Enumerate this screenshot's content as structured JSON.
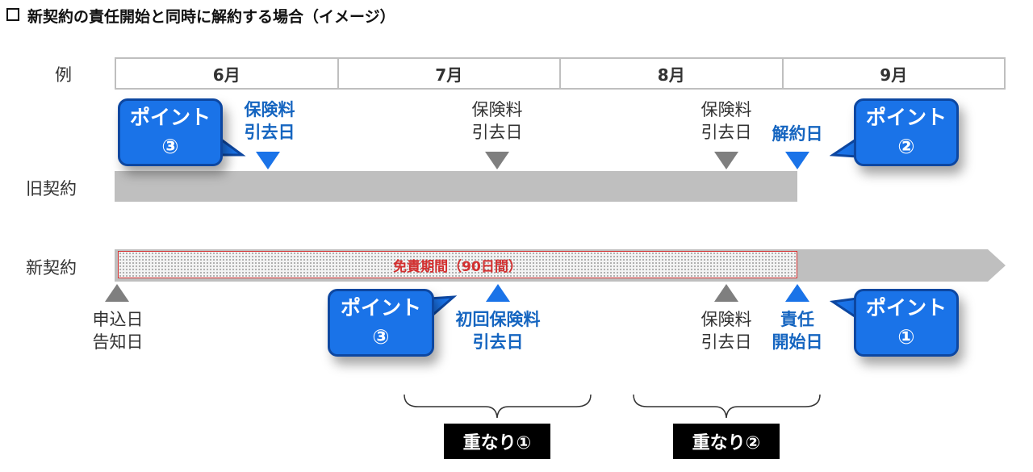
{
  "title": "新契約の責任開始と同時に解約する場合（イメージ）",
  "labels": {
    "example": "例",
    "old_contract": "旧契約",
    "new_contract": "新契約"
  },
  "months": [
    "6月",
    "7月",
    "8月",
    "9月"
  ],
  "old_markers": {
    "withdraw_june_line1": "保険料",
    "withdraw_june_line2": "引去日",
    "withdraw_july_line1": "保険料",
    "withdraw_july_line2": "引去日",
    "withdraw_aug_line1": "保険料",
    "withdraw_aug_line2": "引去日",
    "cancel_day": "解約日"
  },
  "new_markers": {
    "apply_line1": "申込日",
    "apply_line2": "告知日",
    "first_premium_line1": "初回保険料",
    "first_premium_line2": "引去日",
    "withdraw_aug_line1": "保険料",
    "withdraw_aug_line2": "引去日",
    "start_line1": "責任",
    "start_line2": "開始日"
  },
  "immunity_period": "免責期間（90日間）",
  "callouts": {
    "point_label": "ポイント",
    "point_old_left": "③",
    "point_old_right": "②",
    "point_new_middle": "③",
    "point_new_right": "①"
  },
  "overlaps": {
    "first": "重なり①",
    "second": "重なり②"
  },
  "colors": {
    "blue": "#1a73e8",
    "grey_bar": "#bfbfbf",
    "grey_marker": "#7f7f7f",
    "immunity_red": "#d32f2f"
  }
}
